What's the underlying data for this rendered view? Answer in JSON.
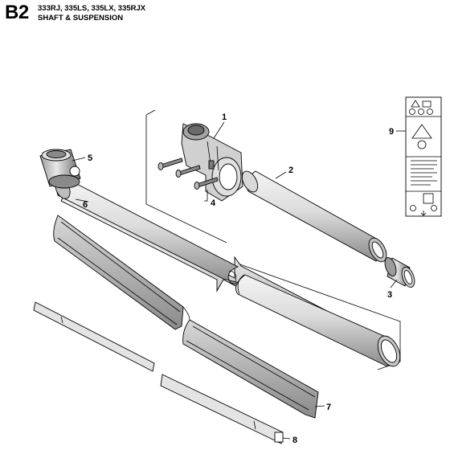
{
  "header": {
    "section_code": "B2",
    "models": "333RJ, 335LS, 335LX, 335RJX",
    "title": "SHAFT & SUSPENSION"
  },
  "callouts": [
    "1",
    "2",
    "3",
    "4",
    "5",
    "6",
    "7",
    "8",
    "9"
  ],
  "colors": {
    "line": "#000000",
    "shade_dark": "#6e6e6e",
    "shade_mid": "#a8a8a8",
    "shade_light": "#e6e6e6"
  }
}
